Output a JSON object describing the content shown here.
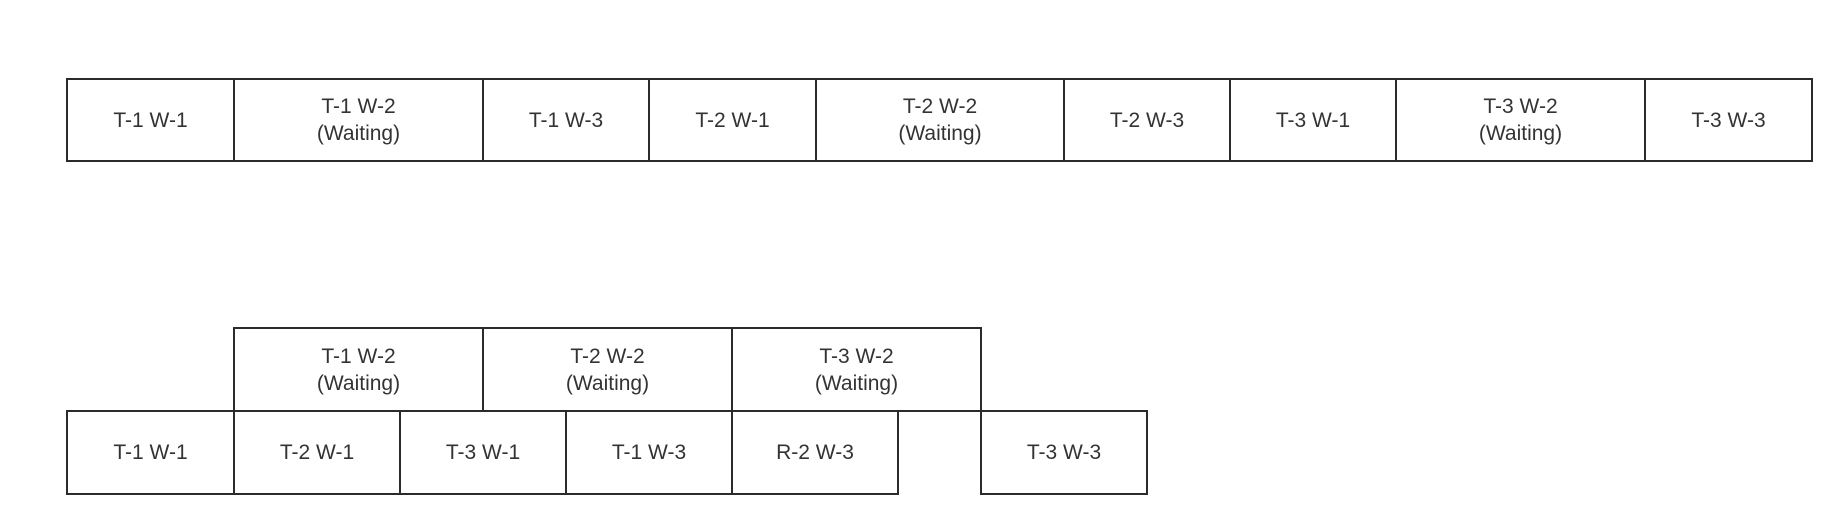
{
  "top_row": [
    {
      "label": "T-1 W-1"
    },
    {
      "label": "T-1 W-2",
      "status": "(Waiting)"
    },
    {
      "label": "T-1 W-3"
    },
    {
      "label": "T-2 W-1"
    },
    {
      "label": "T-2 W-2",
      "status": "(Waiting)"
    },
    {
      "label": "T-2 W-3"
    },
    {
      "label": "T-3 W-1"
    },
    {
      "label": "T-3 W-2",
      "status": "(Waiting)"
    },
    {
      "label": "T-3 W-3"
    }
  ],
  "waiting_row": [
    {
      "label": "T-1 W-2",
      "status": "(Waiting)"
    },
    {
      "label": "T-2 W-2",
      "status": "(Waiting)"
    },
    {
      "label": "T-3 W-2",
      "status": "(Waiting)"
    }
  ],
  "bottom_row": [
    {
      "label": "T-1 W-1"
    },
    {
      "label": "T-2 W-1"
    },
    {
      "label": "T-3 W-1"
    },
    {
      "label": "T-1 W-3"
    },
    {
      "label": "R-2 W-3"
    },
    {
      "label": "T-3 W-3"
    }
  ]
}
